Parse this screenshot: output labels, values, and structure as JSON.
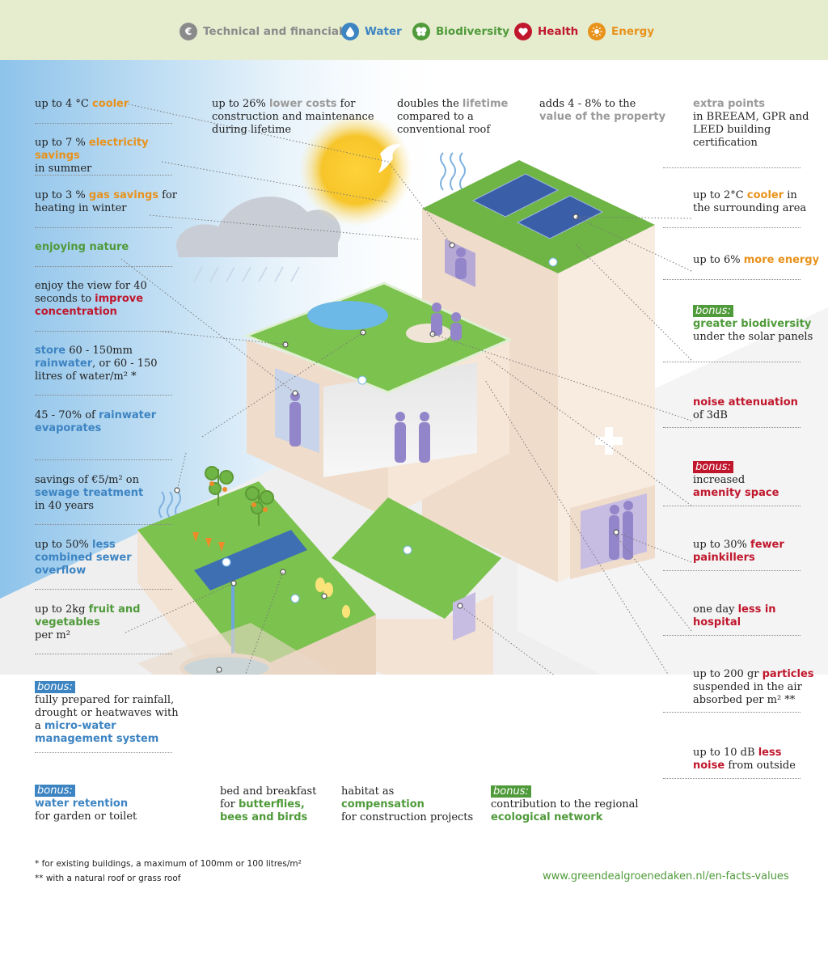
{
  "legend": [
    {
      "label": "Technical and financial",
      "icon": "euro-icon",
      "color": "#8a8a8a"
    },
    {
      "label": "Water",
      "icon": "water-drop-icon",
      "color": "#3d84c2"
    },
    {
      "label": "Biodiversity",
      "icon": "butterfly-icon",
      "color": "#4f9a3a"
    },
    {
      "label": "Health",
      "icon": "heart-icon",
      "color": "#c0172d"
    },
    {
      "label": "Energy",
      "icon": "sun-icon",
      "color": "#e8921b"
    }
  ],
  "left": {
    "cooler": {
      "pre": "up to 4 °C ",
      "hl": "cooler"
    },
    "electricity": {
      "pre": "up to 7 % ",
      "hl": "electricity savings",
      "post": "in summer"
    },
    "gas": {
      "pre": "up to 3 % ",
      "hl": "gas savings",
      "post": " for heating in winter"
    },
    "nature": {
      "hl": "enjoying nature"
    },
    "view": {
      "pre": "enjoy the view for 40 seconds to ",
      "hl": "improve concentration"
    },
    "store": {
      "hl1": "store",
      "mid1": " 60 - 150mm ",
      "hl2": "rainwater",
      "post": ", or 60 - 150 litres of water/m² *"
    },
    "evaporate": {
      "pre": "45 - 70% of ",
      "hl": "rainwater evaporates"
    },
    "sewage": {
      "pre": "savings of €5/m² on ",
      "hl": "sewage treatment",
      "post": "in 40 years"
    },
    "overflow": {
      "pre": "up to 50% ",
      "hl": "less combined sewer overflow"
    },
    "fruit": {
      "pre": "up to 2kg ",
      "hl": "fruit and vegetables",
      "post": "per m²"
    },
    "microwater": {
      "bonus": "bonus:",
      "pre": "fully prepared for rainfall, drought or heatwaves with a ",
      "hl": "micro-water management system"
    },
    "retention": {
      "bonus": "bonus:",
      "hl": "water retention",
      "post": "for garden or toilet"
    }
  },
  "top": {
    "costs": {
      "pre": "up to 26% ",
      "hl": "lower costs",
      "post": " for construction and maintenance during lifetime"
    },
    "lifetime": {
      "pre": "doubles the ",
      "hl": "lifetime",
      "post": " compared to a conventional roof"
    },
    "value": {
      "pre": "adds 4 - 8% to the ",
      "hl": "value of the property"
    },
    "points": {
      "hl": "extra points",
      "post": "in BREEAM, GPR and LEED building certification"
    }
  },
  "right": {
    "area": {
      "pre": "up to 2°C ",
      "hl": "cooler",
      "post": " in the surrounding area"
    },
    "energy": {
      "pre": "up to 6% ",
      "hl": "more energy"
    },
    "biodiversity": {
      "bonus": "bonus:",
      "hl": "greater biodiversity",
      "post": "under the solar panels"
    },
    "noise": {
      "hl": "noise attenuation",
      "post": "of 3dB"
    },
    "amenity": {
      "bonus": "bonus:",
      "pre": "increased ",
      "hl": "amenity space"
    },
    "painkillers": {
      "pre": "up to 30% ",
      "hl": "fewer painkillers"
    },
    "hospital": {
      "pre": "one day ",
      "hl": "less in hospital"
    },
    "particles": {
      "pre": "up to 200 gr ",
      "hl": "particles",
      "post": " suspended in the air absorbed per m² **"
    },
    "lessnoise": {
      "pre": "up to 10 dB ",
      "hl": "less noise",
      "post": " from outside"
    }
  },
  "bottom": {
    "bnb": {
      "pre": "bed and breakfast for ",
      "hl": "butterflies, bees and birds"
    },
    "habitat": {
      "pre": "habitat as ",
      "hl": "compensation",
      "post": "for construction projects"
    },
    "network": {
      "bonus": "bonus:",
      "pre": "contribution to the regional ",
      "hl": "ecological network"
    }
  },
  "footnotes": {
    "one": "* for existing buildings, a maximum of 100mm or 100 litres/m²",
    "two": "** with a natural roof or grass roof"
  },
  "url": "www.greendealgroenedaken.nl/en-facts-values"
}
